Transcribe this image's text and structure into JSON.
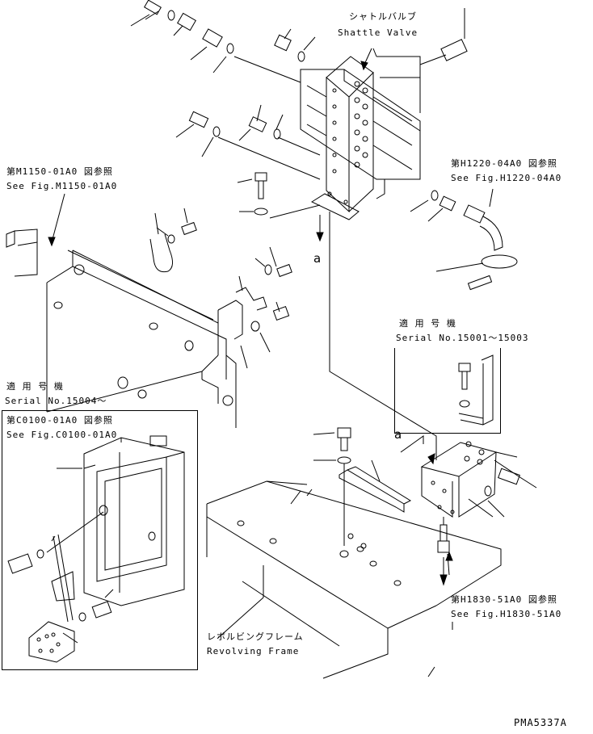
{
  "labels": {
    "shuttle_valve_jp": "シャトルバルブ",
    "shuttle_valve_en": "Shattle Valve",
    "ref_m1150_jp": "第M1150-01A0 図参照",
    "ref_m1150_en": "See Fig.M1150-01A0",
    "ref_h1220_jp": "第H1220-04A0 図参照",
    "ref_h1220_en": "See Fig.H1220-04A0",
    "serial_a_jp": "適 用 号 機",
    "serial_a_en": "Serial No.15001～15003",
    "serial_b_jp": "適 用 号 機",
    "serial_b_en": "Serial No.15004～",
    "ref_c0100_jp": "第C0100-01A0 図参照",
    "ref_c0100_en": "See Fig.C0100-01A0",
    "ref_h1830_jp": "第H1830-51A0 図参照",
    "ref_h1830_en": "See Fig.H1830-51A0",
    "frame_jp": "レボルビングフレーム",
    "frame_en": "Revolving Frame",
    "marker_a_top": "a",
    "marker_a_bottom": "a",
    "drawing_code": "PMA5337A"
  }
}
